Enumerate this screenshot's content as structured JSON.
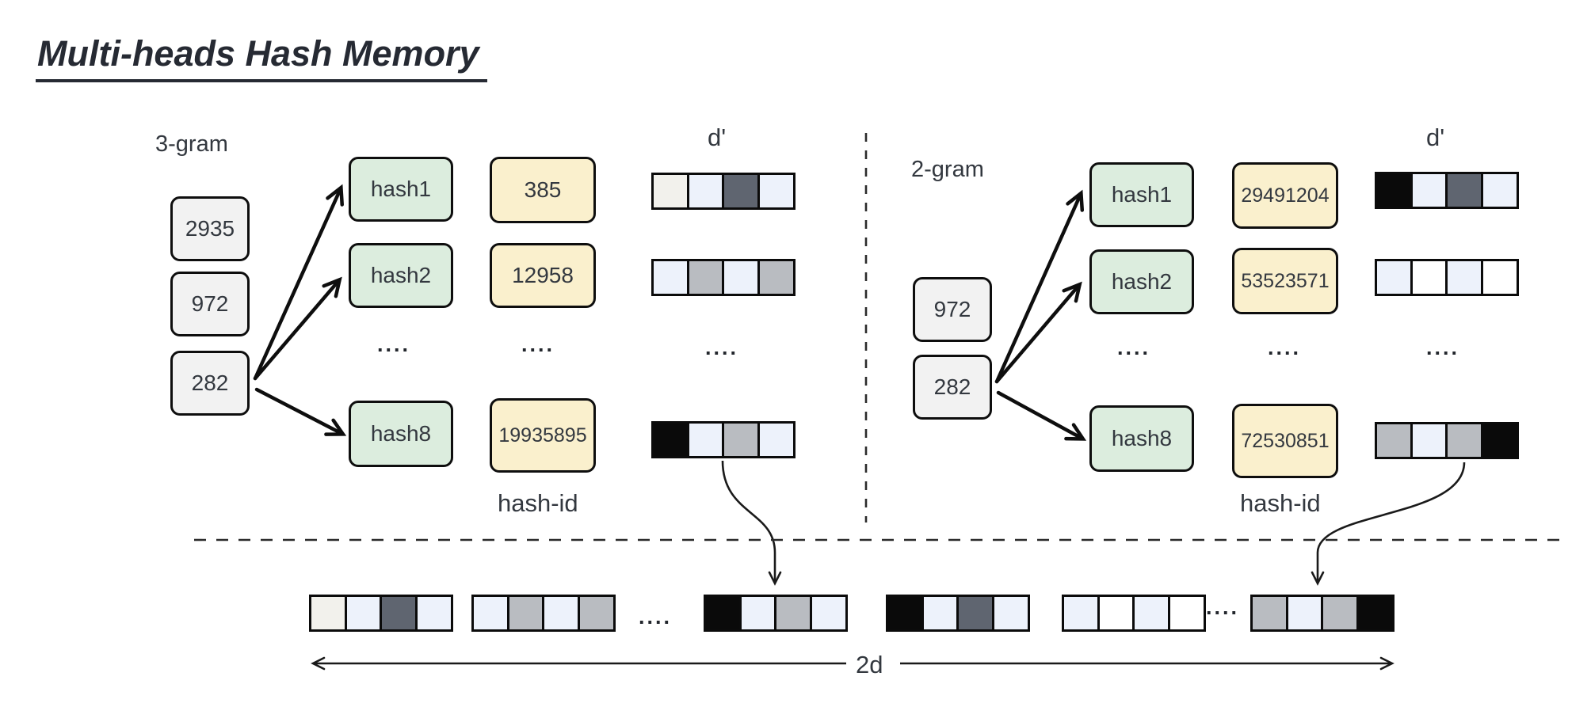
{
  "title": {
    "text": "Multi-heads Hash Memory"
  },
  "labels": {
    "dprime": "d'",
    "hash_id": "hash-id",
    "dots": "....",
    "two_d": "2d"
  },
  "colors": {
    "green_box": "#dcedde",
    "yellow_box": "#faf0cd",
    "gray_box": "#f2f2f2",
    "offwhite": "#f2f1ec",
    "lightblue": "#edf2fb",
    "darkgray": "#5f6570",
    "gray": "#b9bcc1",
    "white": "#ffffff",
    "black": "#0a0a0a"
  },
  "left": {
    "gram": "3-gram",
    "inputs": [
      "2935",
      "972",
      "282"
    ],
    "hashes": [
      "hash1",
      "hash2",
      "hash8"
    ],
    "ids": [
      "385",
      "12958",
      "19935895"
    ],
    "vectors": [
      [
        "offwhite",
        "lightblue",
        "darkgray",
        "lightblue"
      ],
      [
        "lightblue",
        "gray",
        "lightblue",
        "gray"
      ],
      [
        "black",
        "lightblue",
        "gray",
        "lightblue"
      ]
    ]
  },
  "right": {
    "gram": "2-gram",
    "inputs": [
      "972",
      "282"
    ],
    "hashes": [
      "hash1",
      "hash2",
      "hash8"
    ],
    "ids": [
      "29491204",
      "53523571",
      "72530851"
    ],
    "vectors": [
      [
        "black",
        "lightblue",
        "darkgray",
        "lightblue"
      ],
      [
        "lightblue",
        "white",
        "lightblue",
        "white"
      ],
      [
        "gray",
        "lightblue",
        "gray",
        "black"
      ]
    ]
  },
  "bottom": {
    "vectors": [
      [
        "offwhite",
        "lightblue",
        "darkgray",
        "lightblue"
      ],
      [
        "lightblue",
        "gray",
        "lightblue",
        "gray"
      ],
      [
        "black",
        "lightblue",
        "gray",
        "lightblue"
      ],
      [
        "black",
        "lightblue",
        "darkgray",
        "lightblue"
      ],
      [
        "lightblue",
        "white",
        "lightblue",
        "white"
      ],
      [
        "gray",
        "lightblue",
        "gray",
        "black"
      ]
    ]
  }
}
